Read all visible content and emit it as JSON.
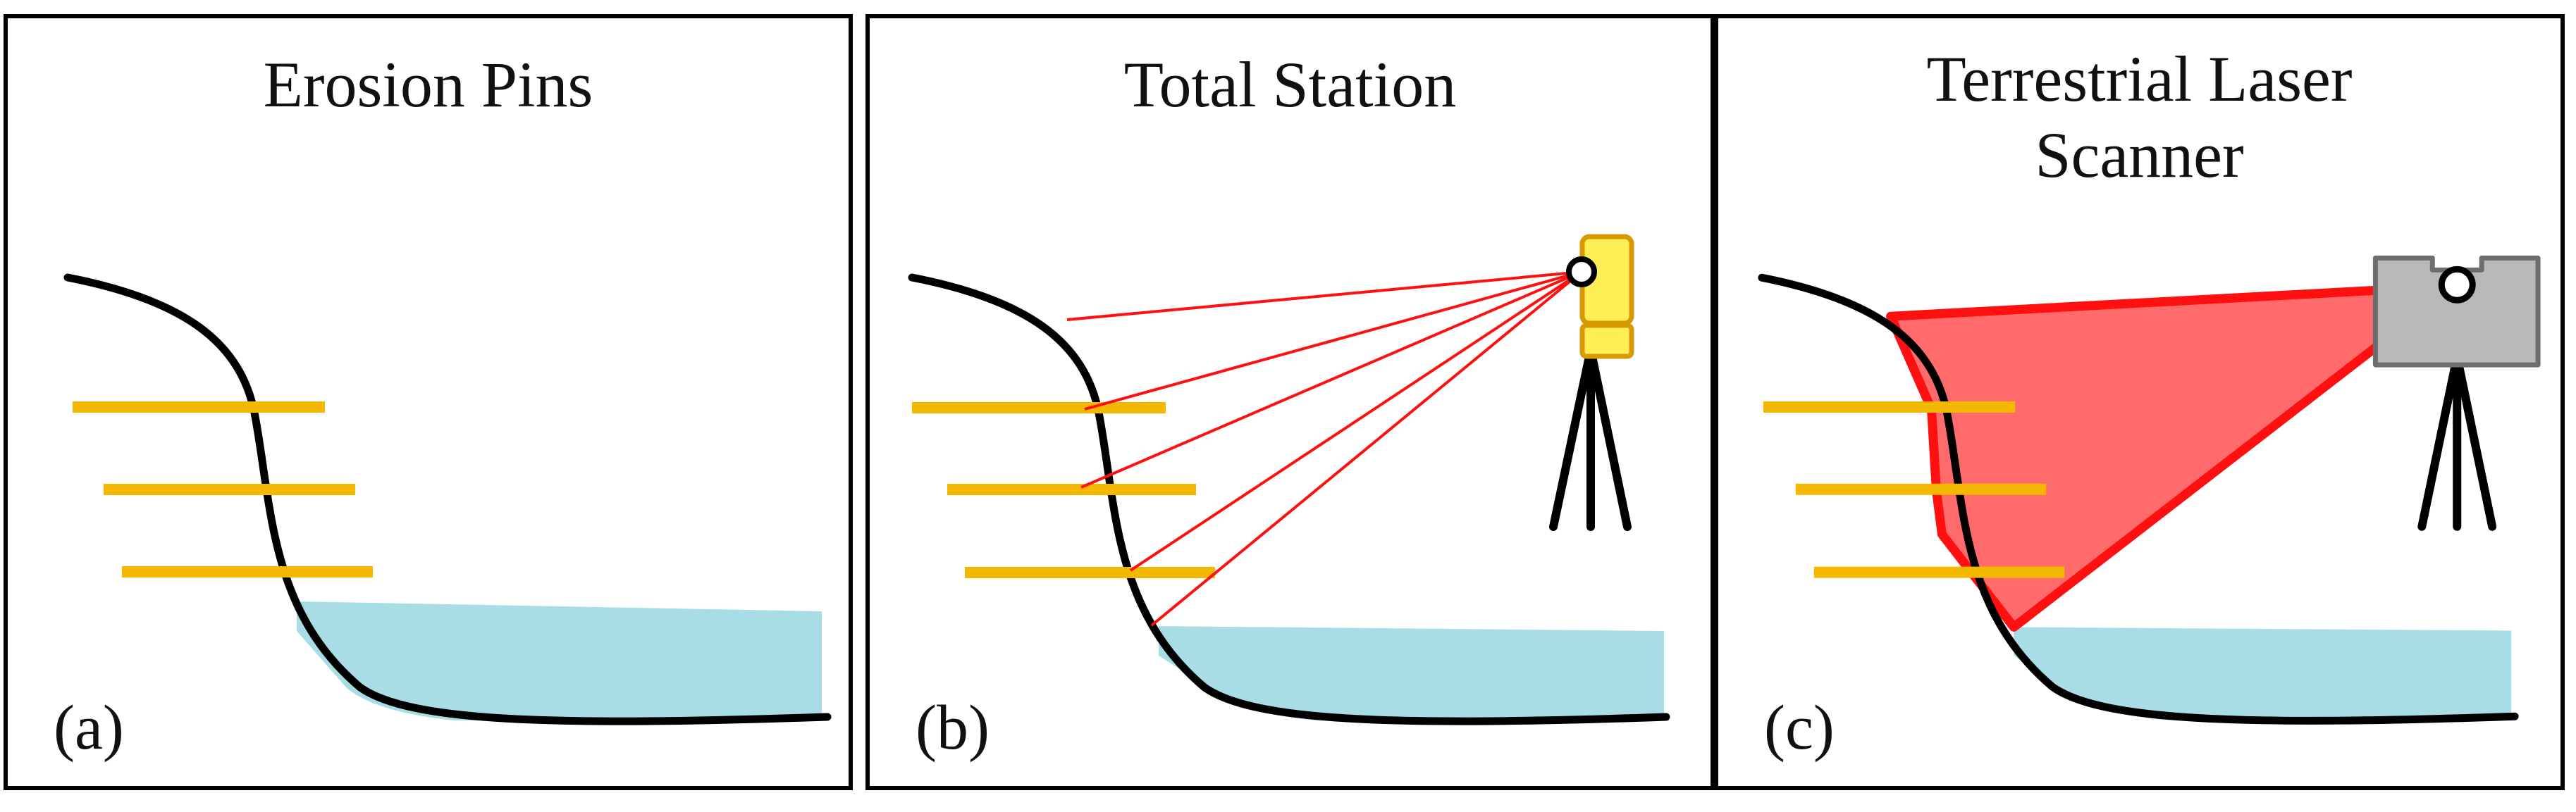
{
  "panels": [
    {
      "id": "a",
      "title": "Erosion Pins",
      "label": "(a)"
    },
    {
      "id": "b",
      "title": "Total Station",
      "label": "(b)"
    },
    {
      "id": "c",
      "title": "Terrestrial Laser\nScanner",
      "label": "(c)"
    }
  ],
  "colors": {
    "bank": "#000000",
    "pin": "#f5b800",
    "water": "#a8dde6",
    "ray": "#ff1010",
    "scan_fill": "#ff6b6b",
    "total_station": "#ffee55",
    "total_station_outline": "#d99a00",
    "scanner": "#b8b8b8",
    "scanner_outline": "#6e6e6e"
  }
}
